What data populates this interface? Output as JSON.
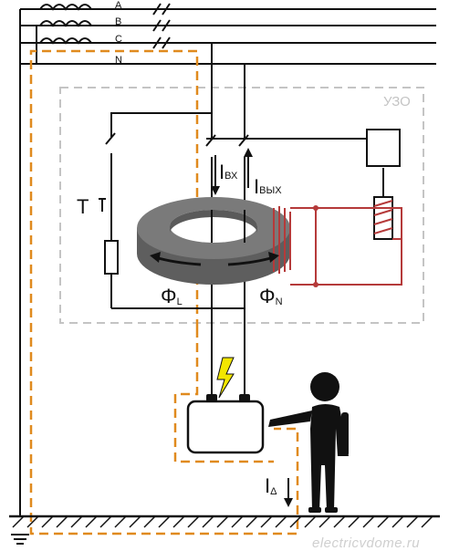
{
  "phases": [
    "A",
    "B",
    "C"
  ],
  "neutral": "N",
  "device_label": "УЗО",
  "test_button": "Т",
  "current_in": {
    "main": "I",
    "sub": "ВХ"
  },
  "current_out": {
    "main": "I",
    "sub": "ВЫХ"
  },
  "flux_l": {
    "main": "Φ",
    "sub": "L"
  },
  "flux_n": {
    "main": "Φ",
    "sub": "N"
  },
  "leakage": {
    "main": "I",
    "sub": "Δ"
  },
  "watermark": "electricvdome.ru",
  "colors": {
    "wire": "#111111",
    "leak_path": "#e08a1e",
    "secondary_winding": "#b53a3a",
    "core": "#6f6f6f",
    "housing": "#c4c4c4",
    "lightning": "#f2e600"
  }
}
